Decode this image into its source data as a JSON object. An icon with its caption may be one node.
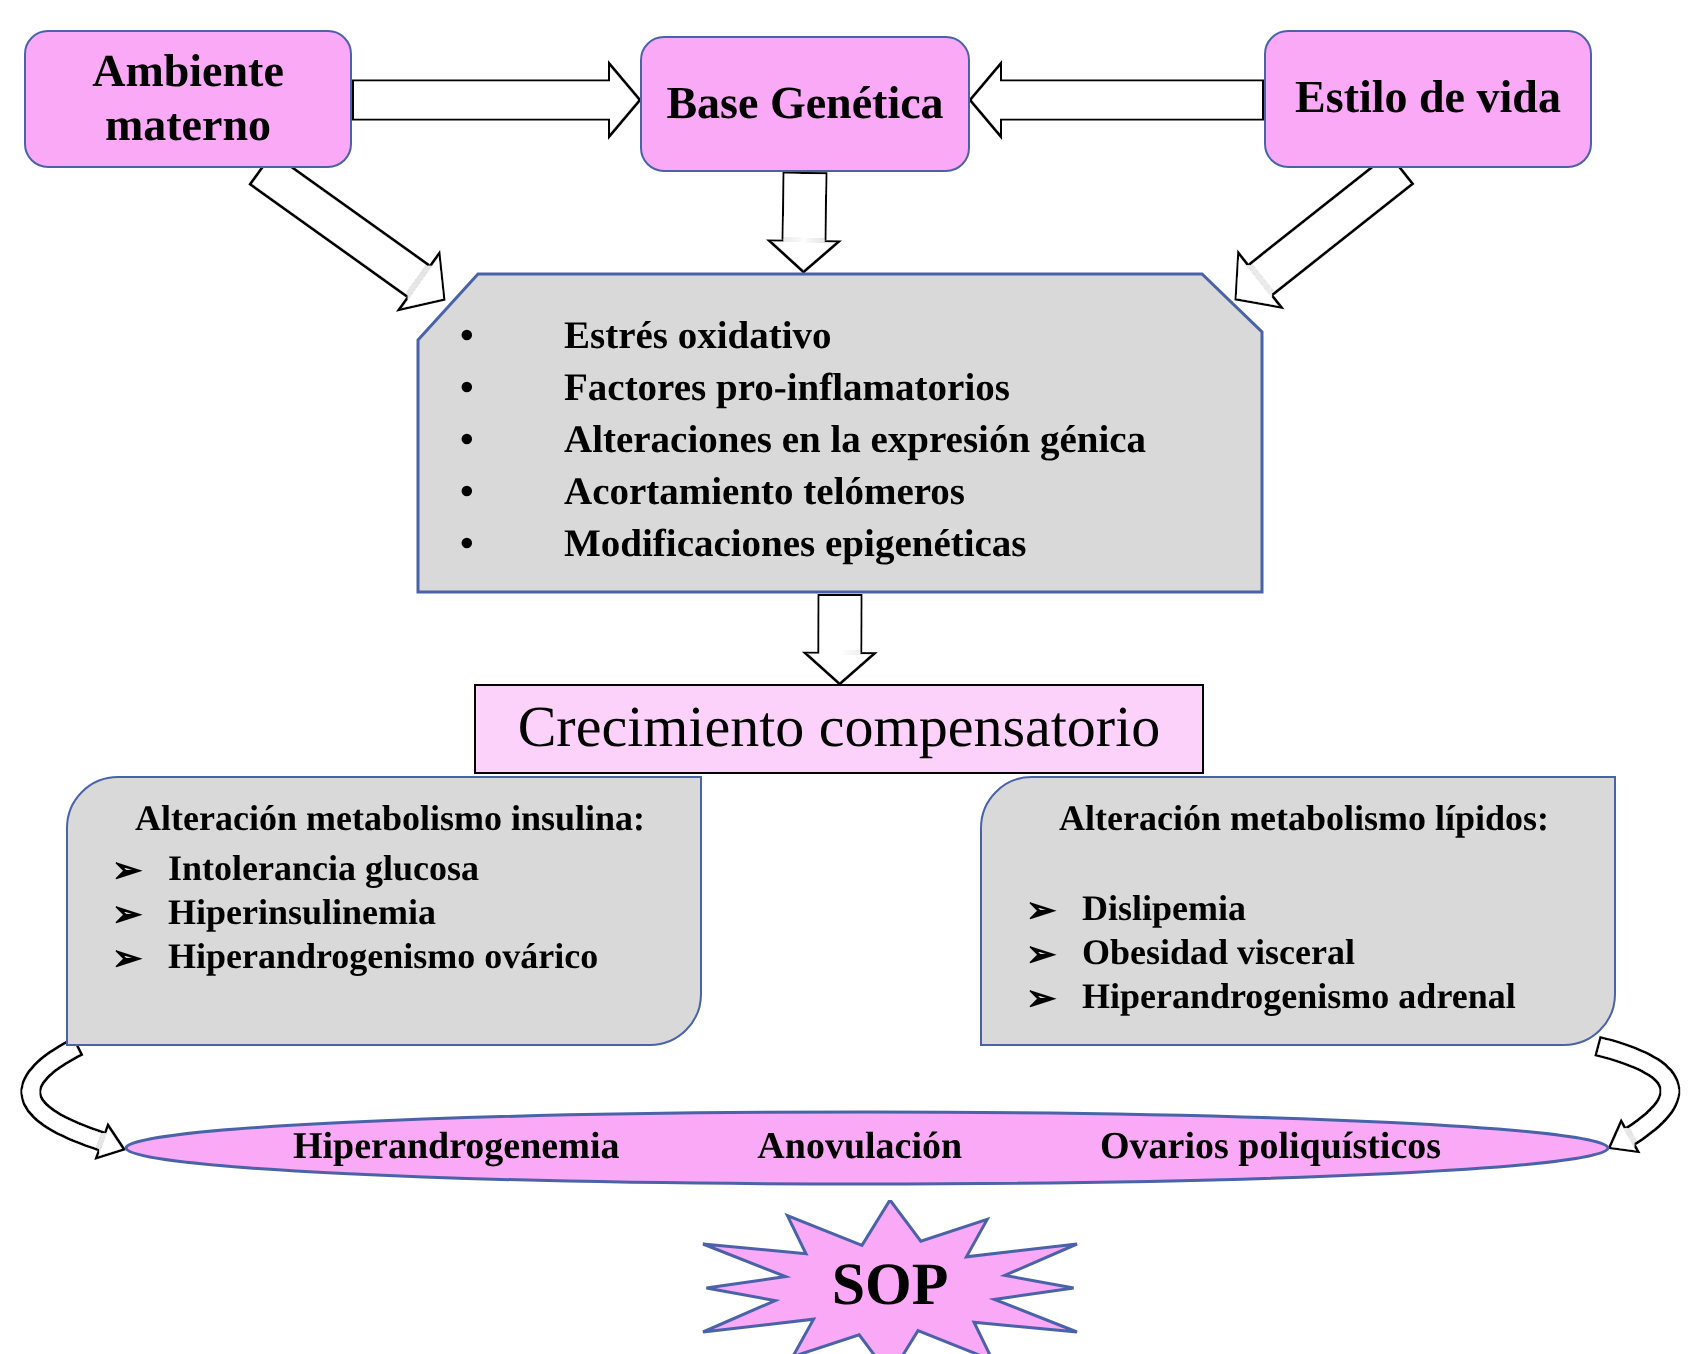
{
  "diagram": {
    "nodes": [
      {
        "text": [
          "Ambiente materno"
        ]
      },
      {
        "text": [
          "Base Genética"
        ]
      },
      {
        "text": [
          "Estilo de vida"
        ]
      },
      {
        "text": [
          "• Estrés oxidativo",
          "• Factores pro-inflamatorios",
          "• Alteraciones en la expresión génica",
          "• Acortamiento telómeros",
          "• Modificaciones epigenéticas"
        ]
      },
      {
        "text": [
          "Crecimiento compensatorio"
        ]
      },
      {
        "text": [
          "Alteración metabolismo insulina:",
          "➢ Intolerancia glucosa",
          "➢ Hiperinsulinemia",
          "➢ Hiperandrogenismo ovárico"
        ]
      },
      {
        "text": [
          "Alteración metabolismo lípidos:",
          "➢ Dislipemia",
          "➢ Obesidad visceral",
          "➢ Hiperandrogenismo adrenal"
        ]
      },
      {
        "text": [
          "Hiperandrogenemia",
          "Anovulación",
          "Ovarios poliquísticos"
        ]
      },
      {
        "text": [
          "SOP"
        ]
      }
    ],
    "edges": [
      {
        "from": 0,
        "to": 1,
        "arrow": "to"
      },
      {
        "from": 2,
        "to": 1,
        "arrow": "to"
      },
      {
        "from": 0,
        "to": 3,
        "arrow": "to"
      },
      {
        "from": 1,
        "to": 3,
        "arrow": "to"
      },
      {
        "from": 2,
        "to": 3,
        "arrow": "to"
      },
      {
        "from": 3,
        "to": 4,
        "arrow": "to"
      },
      {
        "from": 5,
        "to": 7,
        "arrow": "to"
      },
      {
        "from": 6,
        "to": 7,
        "arrow": "to"
      }
    ]
  }
}
